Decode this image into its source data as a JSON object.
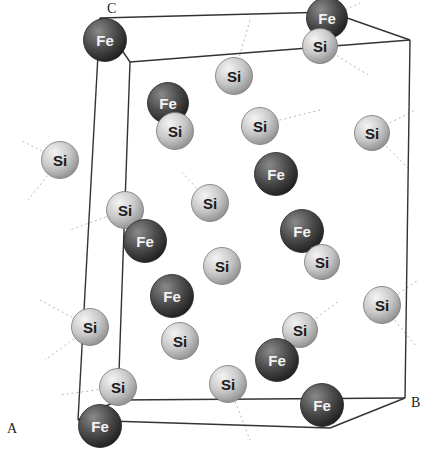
{
  "diagram": {
    "nodes": [
      {
        "text": [
          "Fe"
        ]
      },
      {
        "text": [
          "Fe"
        ]
      },
      {
        "text": [
          "Si"
        ]
      },
      {
        "text": [
          "Si"
        ]
      },
      {
        "text": [
          "Fe"
        ]
      },
      {
        "text": [
          "Si"
        ]
      },
      {
        "text": [
          "Si"
        ]
      },
      {
        "text": [
          "Si"
        ]
      },
      {
        "text": [
          "Si"
        ]
      },
      {
        "text": [
          "Fe"
        ]
      },
      {
        "text": [
          "Si"
        ]
      },
      {
        "text": [
          "Si"
        ]
      },
      {
        "text": [
          "Fe"
        ]
      },
      {
        "text": [
          "Fe"
        ]
      },
      {
        "text": [
          "Si"
        ]
      },
      {
        "text": [
          "Si"
        ]
      },
      {
        "text": [
          "Fe"
        ]
      },
      {
        "text": [
          "Si"
        ]
      },
      {
        "text": [
          "Si"
        ]
      },
      {
        "text": [
          "Si"
        ]
      },
      {
        "text": [
          "Si"
        ]
      },
      {
        "text": [
          "Fe"
        ]
      },
      {
        "text": [
          "Si"
        ]
      },
      {
        "text": [
          "Si"
        ]
      },
      {
        "text": [
          "Fe"
        ]
      },
      {
        "text": [
          "Fe"
        ]
      }
    ],
    "labels": [
      "C",
      "A",
      "B"
    ]
  }
}
